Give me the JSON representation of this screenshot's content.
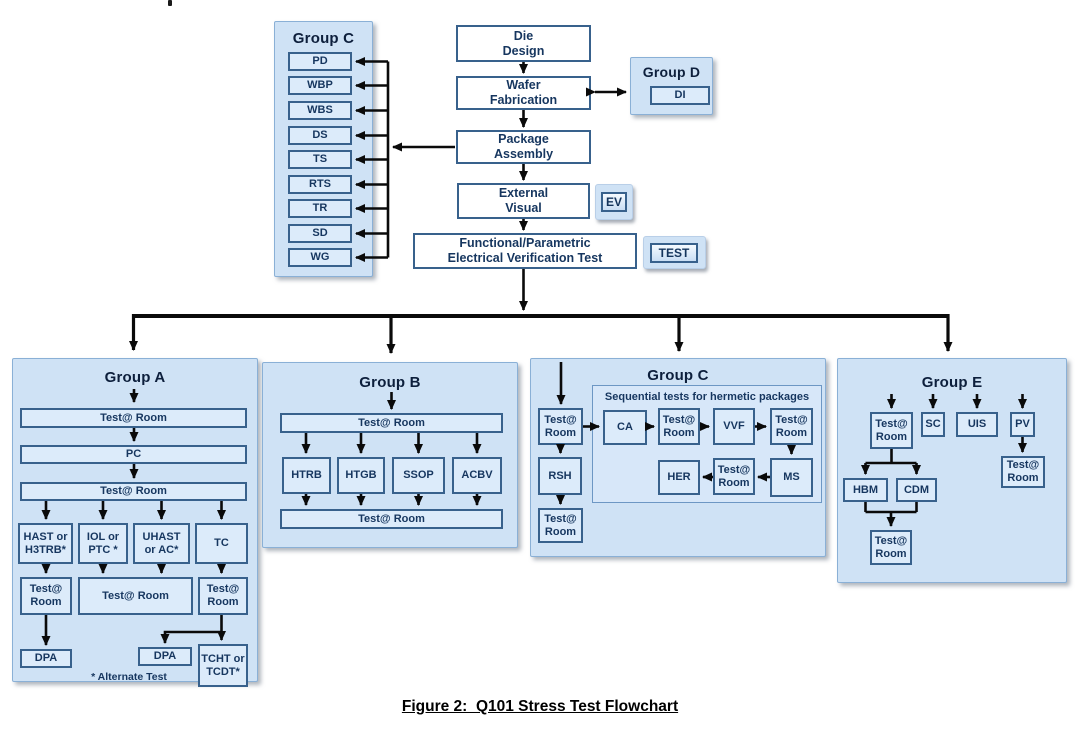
{
  "labels": {
    "test_room": "Test@ Room",
    "dpa": "DPA"
  },
  "top": {
    "group_c": {
      "title": "Group C",
      "items": [
        "PD",
        "WBP",
        "WBS",
        "DS",
        "TS",
        "RTS",
        "TR",
        "SD",
        "WG"
      ]
    },
    "flow": {
      "die": "Die\nDesign",
      "wafer": "Wafer\nFabrication",
      "package": "Package\nAssembly",
      "external": "External\nVisual",
      "functional": "Functional/Parametric\nElectrical Verification Test"
    },
    "group_d": {
      "title": "Group D",
      "item": "DI"
    },
    "badges": {
      "ev": "EV",
      "test": "TEST"
    }
  },
  "group_a": {
    "title": "Group A",
    "pc": "PC",
    "branches": [
      "HAST or H3TRB*",
      "IOL or PTC *",
      "UHAST or AC*",
      "TC"
    ],
    "tcht": "TCHT or TCDT*",
    "note": "* Alternate Test"
  },
  "group_b": {
    "title": "Group B",
    "items": [
      "HTRB",
      "HTGB",
      "SSOP",
      "ACBV"
    ]
  },
  "group_c_bottom": {
    "title": "Group C",
    "seq_label": "Sequential tests for hermetic packages",
    "rsh": "RSH",
    "ca": "CA",
    "vvf": "VVF",
    "ms": "MS",
    "her": "HER"
  },
  "group_e": {
    "title": "Group E",
    "sc": "SC",
    "uis": "UIS",
    "pv": "PV",
    "hbm": "HBM",
    "cdm": "CDM"
  },
  "caption": "Figure 2:  Q101 Stress Test Flowchart"
}
